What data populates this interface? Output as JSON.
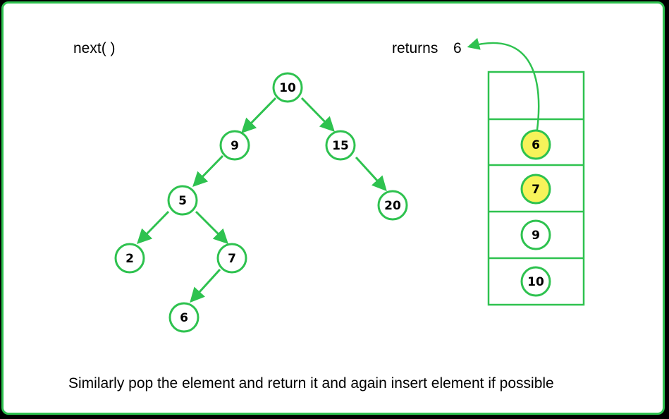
{
  "labels": {
    "call": "next( )",
    "result_prefix": "returns",
    "result_value": "6",
    "caption": "Similarly pop the element and return it and again insert element if possible"
  },
  "tree": {
    "nodes": [
      "10",
      "9",
      "15",
      "5",
      "20",
      "2",
      "7",
      "6"
    ],
    "edges": [
      [
        "10",
        "9"
      ],
      [
        "10",
        "15"
      ],
      [
        "9",
        "5"
      ],
      [
        "15",
        "20"
      ],
      [
        "5",
        "2"
      ],
      [
        "5",
        "7"
      ],
      [
        "7",
        "6"
      ]
    ]
  },
  "stack": {
    "cells": [
      "",
      "6",
      "7",
      "9",
      "10"
    ],
    "highlighted": [
      "6",
      "7"
    ]
  },
  "colors": {
    "accent": "#2ec24f",
    "highlight": "#f7f35a",
    "node_fill": "#ffffff"
  }
}
